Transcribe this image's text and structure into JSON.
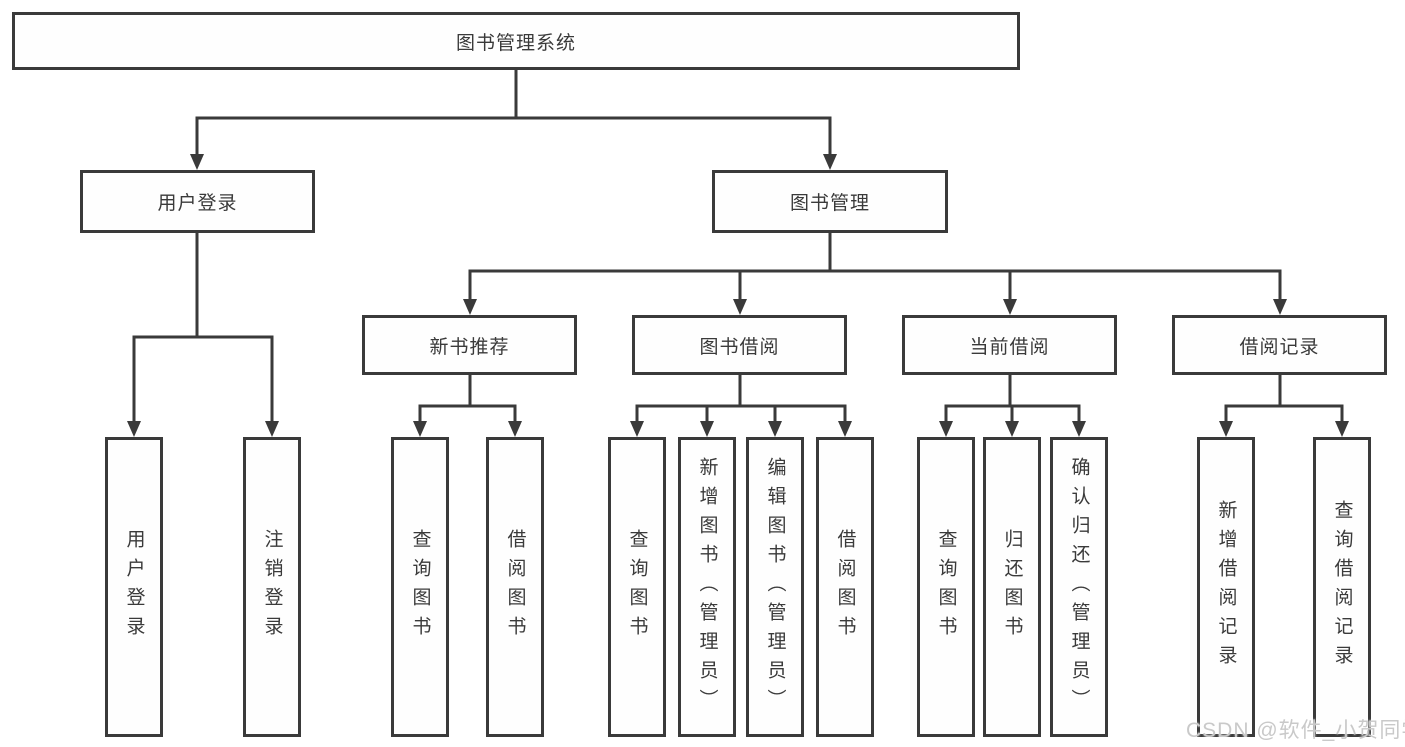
{
  "root": {
    "label": "图书管理系统"
  },
  "level2": [
    {
      "label": "用户登录"
    },
    {
      "label": "图书管理"
    }
  ],
  "level3": [
    {
      "label": "新书推荐"
    },
    {
      "label": "图书借阅"
    },
    {
      "label": "当前借阅"
    },
    {
      "label": "借阅记录"
    }
  ],
  "leaves": {
    "user_login": [
      {
        "label": "用户登录"
      },
      {
        "label": "注销登录"
      }
    ],
    "new_book": [
      {
        "label": "查询图书"
      },
      {
        "label": "借阅图书"
      }
    ],
    "book_borrow": [
      {
        "label": "查询图书"
      },
      {
        "label": "新增图书（管理员）"
      },
      {
        "label": "编辑图书（管理员）"
      },
      {
        "label": "借阅图书"
      }
    ],
    "current_borrow": [
      {
        "label": "查询图书"
      },
      {
        "label": "归还图书"
      },
      {
        "label": "确认归还（管理员）"
      }
    ],
    "records": [
      {
        "label": "新增借阅记录"
      },
      {
        "label": "查询借阅记录"
      }
    ]
  },
  "watermark": "CSDN @软件_小贺同学"
}
